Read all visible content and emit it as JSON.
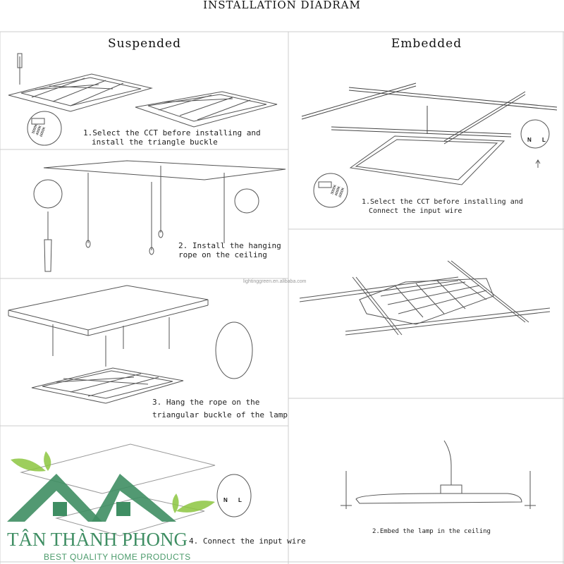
{
  "title": "INSTALLATION DIADRAM",
  "suspended": {
    "heading": "Suspended",
    "steps": [
      {
        "line1": "1.Select the CCT before installing and",
        "line2": "install the triangle buckle"
      },
      {
        "line1": "2. Install the hanging",
        "line2": "rope on the ceiling"
      },
      {
        "line1": "3. Hang the rope on the",
        "line2": "triangular buckle of the lamp"
      },
      {
        "line1": "4. Connect the input wire"
      }
    ]
  },
  "embedded": {
    "heading": "Embedded",
    "steps": [
      {
        "line1": "1.Select the CCT before installing and",
        "line2": "Connect the input wire"
      },
      {
        "line1": "2.Embed the lamp in the ceiling"
      }
    ]
  },
  "cct_labels": [
    "3000K",
    "4000K",
    "6000K"
  ],
  "wire_labels": {
    "n": "N",
    "l": "L"
  },
  "watermark": "lightinggreen.en.alibaba.com",
  "logo": {
    "name": "TÂN THÀNH PHONG",
    "tagline": "BEST QUALITY HOME PRODUCTS",
    "color": "#3f8e63",
    "leaf_color": "#8cc63f"
  }
}
